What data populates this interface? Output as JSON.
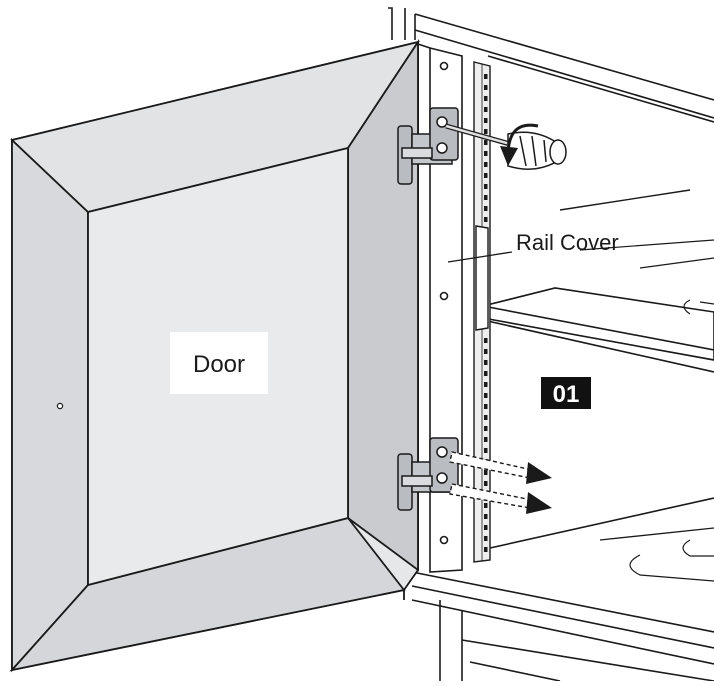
{
  "labels": {
    "door": "Door",
    "rail_cover": "Rail Cover",
    "step_number": "01"
  },
  "colors": {
    "line": "#1a1a1a",
    "door_fill": "#e6e7e9",
    "door_bevel": "#d7d9dc",
    "door_bevel_dark": "#c9cbcf",
    "cabinet_fill": "#ffffff",
    "rail_fill": "#eeeeee",
    "hinge_fill": "#b9bcc0",
    "badge_bg": "#111111",
    "badge_text": "#ffffff"
  },
  "icons": [
    "screwdriver-icon",
    "rotation-arrow-icon",
    "hinge-icon",
    "removal-arrow-icon"
  ]
}
